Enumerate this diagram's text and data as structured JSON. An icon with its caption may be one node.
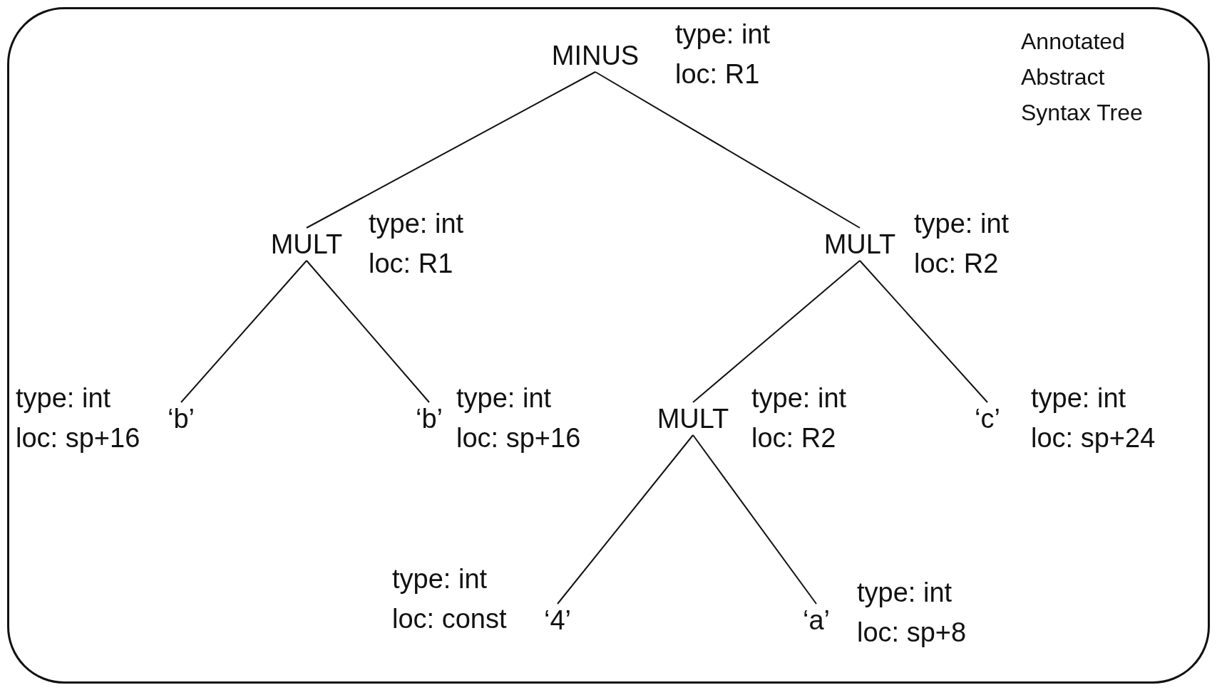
{
  "diagram": {
    "nodes": [
      {
        "text": [
          "Annotated Abstract Syntax Tree"
        ]
      },
      {
        "text": [
          "MINUS"
        ],
        "beside": [
          "type: int",
          "loc: R1"
        ],
        "in": 0
      },
      {
        "text": [
          "MULT"
        ],
        "beside": [
          "type: int",
          "loc: R1"
        ],
        "in": 0
      },
      {
        "text": [
          "MULT"
        ],
        "beside": [
          "type: int",
          "loc: R2"
        ],
        "in": 0
      },
      {
        "text": [
          "‘b’"
        ],
        "beside": [
          "type: int",
          "loc: sp+16"
        ],
        "in": 0
      },
      {
        "text": [
          "‘b’"
        ],
        "beside": [
          "type: int",
          "loc: sp+16"
        ],
        "in": 0
      },
      {
        "text": [
          "MULT"
        ],
        "beside": [
          "type: int",
          "loc: R2"
        ],
        "in": 0
      },
      {
        "text": [
          "‘c’"
        ],
        "beside": [
          "type: int",
          "loc: sp+24"
        ],
        "in": 0
      },
      {
        "text": [
          "‘4’"
        ],
        "beside": [
          "type: int",
          "loc: const"
        ],
        "in": 0
      },
      {
        "text": [
          "‘a’"
        ],
        "beside": [
          "type: int",
          "loc: sp+8"
        ],
        "in": 0
      }
    ],
    "edges": [
      {
        "from": 1,
        "to": 2,
        "arrow": "none"
      },
      {
        "from": 1,
        "to": 3,
        "arrow": "none"
      },
      {
        "from": 2,
        "to": 4,
        "arrow": "none"
      },
      {
        "from": 2,
        "to": 5,
        "arrow": "none"
      },
      {
        "from": 3,
        "to": 6,
        "arrow": "none"
      },
      {
        "from": 3,
        "to": 7,
        "arrow": "none"
      },
      {
        "from": 6,
        "to": 8,
        "arrow": "none"
      },
      {
        "from": 6,
        "to": 9,
        "arrow": "none"
      }
    ]
  }
}
